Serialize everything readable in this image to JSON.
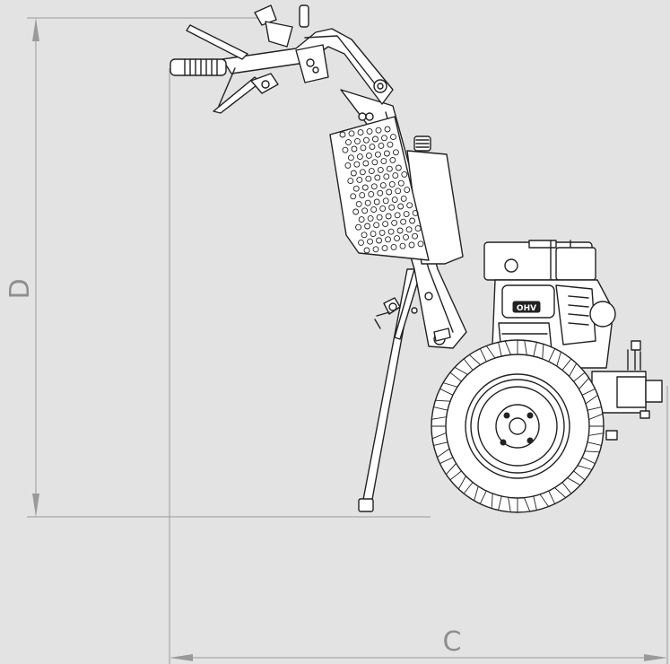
{
  "dimensions": {
    "height_label": "D",
    "length_label": "C"
  },
  "colors": {
    "background": "#e3e3e3",
    "dimension_line": "#9a9a9a",
    "dimension_text": "#8e8e8e",
    "drawing_ink": "#222222"
  },
  "machine": {
    "engine_badge": "OHV"
  }
}
